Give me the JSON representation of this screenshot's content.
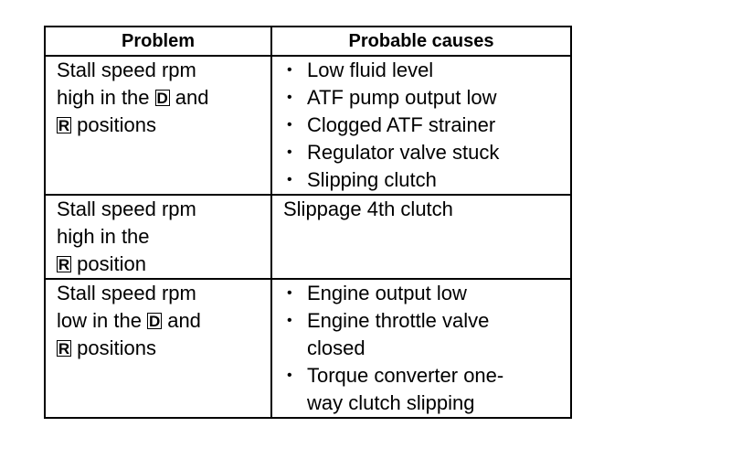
{
  "table": {
    "headers": {
      "problem": "Problem",
      "causes": "Probable causes"
    },
    "rows": [
      {
        "problem": {
          "line1": "Stall speed rpm",
          "line2_pre": "high in the",
          "line2_box": "D",
          "line2_post": "and",
          "line3_box": "R",
          "line3_post": "positions"
        },
        "causes": [
          {
            "text": "Low fluid level"
          },
          {
            "text": "ATF pump output low"
          },
          {
            "text": "Clogged ATF strainer"
          },
          {
            "text": "Regulator valve stuck"
          },
          {
            "text": "Slipping clutch"
          }
        ]
      },
      {
        "problem": {
          "line1": "Stall speed rpm",
          "line2": "high in the",
          "line3_box": "R",
          "line3_post": "position"
        },
        "cause_text": "Slippage 4th clutch"
      },
      {
        "problem": {
          "line1": "Stall speed rpm",
          "line2_pre": "low in the",
          "line2_box": "D",
          "line2_post": "and",
          "line3_box": "R",
          "line3_post": "positions"
        },
        "causes": [
          {
            "line1": "Engine output low"
          },
          {
            "line1": "Engine throttle valve",
            "line2": "closed"
          },
          {
            "line1": "Torque converter one-",
            "line2": "way clutch slipping"
          }
        ]
      }
    ],
    "bullet": "•"
  }
}
